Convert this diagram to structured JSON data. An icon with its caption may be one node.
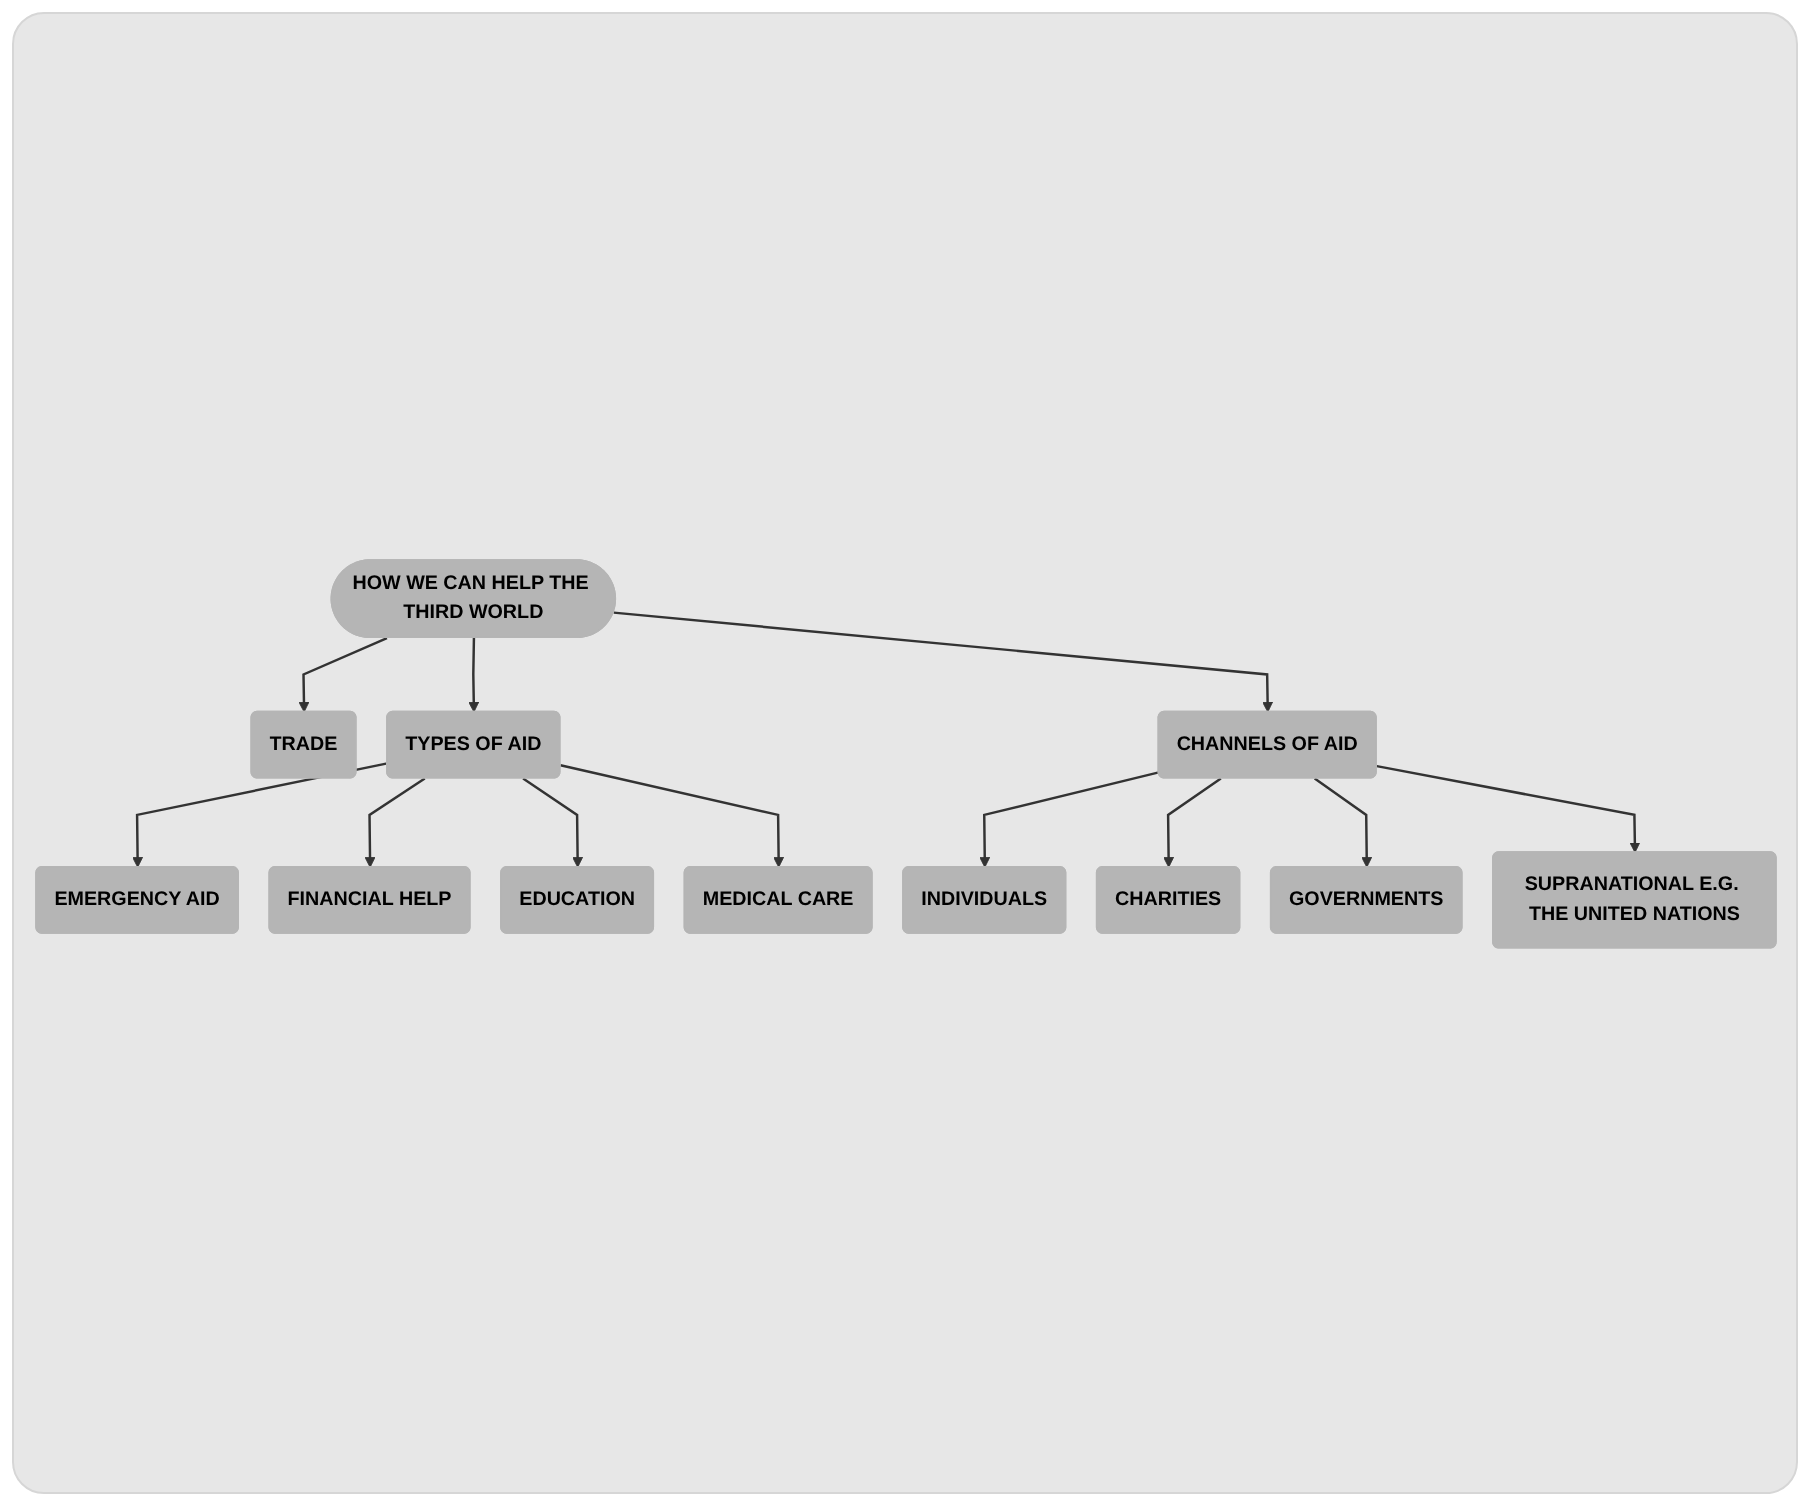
{
  "diagram": {
    "nodes": [
      {
        "text": [
          "HOW WE CAN HELP THE THIRD WORLD"
        ]
      },
      {
        "text": [
          "TRADE"
        ]
      },
      {
        "text": [
          "TYPES OF AID"
        ]
      },
      {
        "text": [
          "CHANNELS OF AID"
        ]
      },
      {
        "text": [
          "EMERGENCY AID"
        ]
      },
      {
        "text": [
          "FINANCIAL HELP"
        ]
      },
      {
        "text": [
          "EDUCATION"
        ]
      },
      {
        "text": [
          "MEDICAL CARE"
        ]
      },
      {
        "text": [
          "INDIVIDUALS"
        ]
      },
      {
        "text": [
          "CHARITIES"
        ]
      },
      {
        "text": [
          "GOVERNMENTS"
        ]
      },
      {
        "text": [
          "SUPRANATIONAL E.G. THE UNITED NATIONS"
        ]
      }
    ],
    "edges": [
      {
        "from": 0,
        "to": 1,
        "arrow": "to"
      },
      {
        "from": 0,
        "to": 2,
        "arrow": "to"
      },
      {
        "from": 0,
        "to": 3,
        "arrow": "to"
      },
      {
        "from": 2,
        "to": 4,
        "arrow": "to"
      },
      {
        "from": 2,
        "to": 5,
        "arrow": "to"
      },
      {
        "from": 2,
        "to": 6,
        "arrow": "to"
      },
      {
        "from": 2,
        "to": 7,
        "arrow": "to"
      },
      {
        "from": 3,
        "to": 8,
        "arrow": "to"
      },
      {
        "from": 3,
        "to": 9,
        "arrow": "to"
      },
      {
        "from": 3,
        "to": 10,
        "arrow": "to"
      },
      {
        "from": 3,
        "to": 11,
        "arrow": "to"
      }
    ]
  }
}
